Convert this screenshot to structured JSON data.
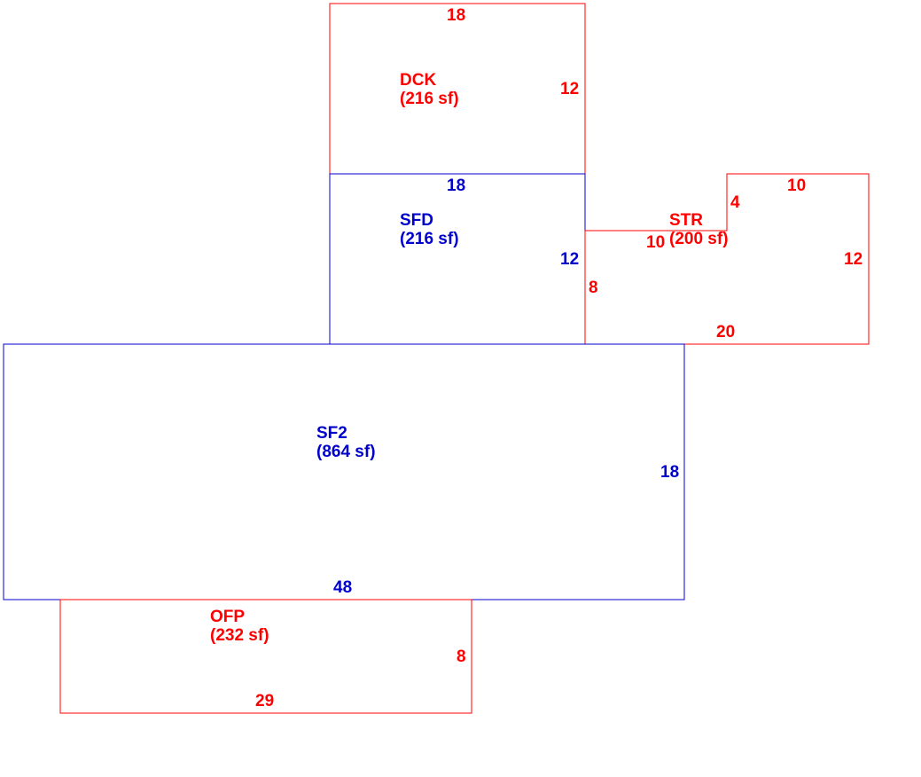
{
  "colors": {
    "red": "#ff0000",
    "blue": "#0000cc"
  },
  "areas": {
    "dck": {
      "code": "DCK",
      "area": "(216 sf)",
      "color": "red",
      "dims": {
        "top": "18",
        "right": "12"
      }
    },
    "sfd": {
      "code": "SFD",
      "area": "(216 sf)",
      "color": "blue",
      "dims": {
        "top": "18",
        "right": "12"
      }
    },
    "str": {
      "code": "STR",
      "area": "(200 sf)",
      "color": "red",
      "dims": {
        "top": "10",
        "step_height": "4",
        "step_width": "10",
        "right": "12",
        "left": "8",
        "bottom": "20"
      }
    },
    "sf2": {
      "code": "SF2",
      "area": "(864 sf)",
      "color": "blue",
      "dims": {
        "right": "18",
        "bottom": "48"
      }
    },
    "ofp": {
      "code": "OFP",
      "area": "(232 sf)",
      "color": "red",
      "dims": {
        "right": "8",
        "bottom": "29"
      }
    }
  }
}
